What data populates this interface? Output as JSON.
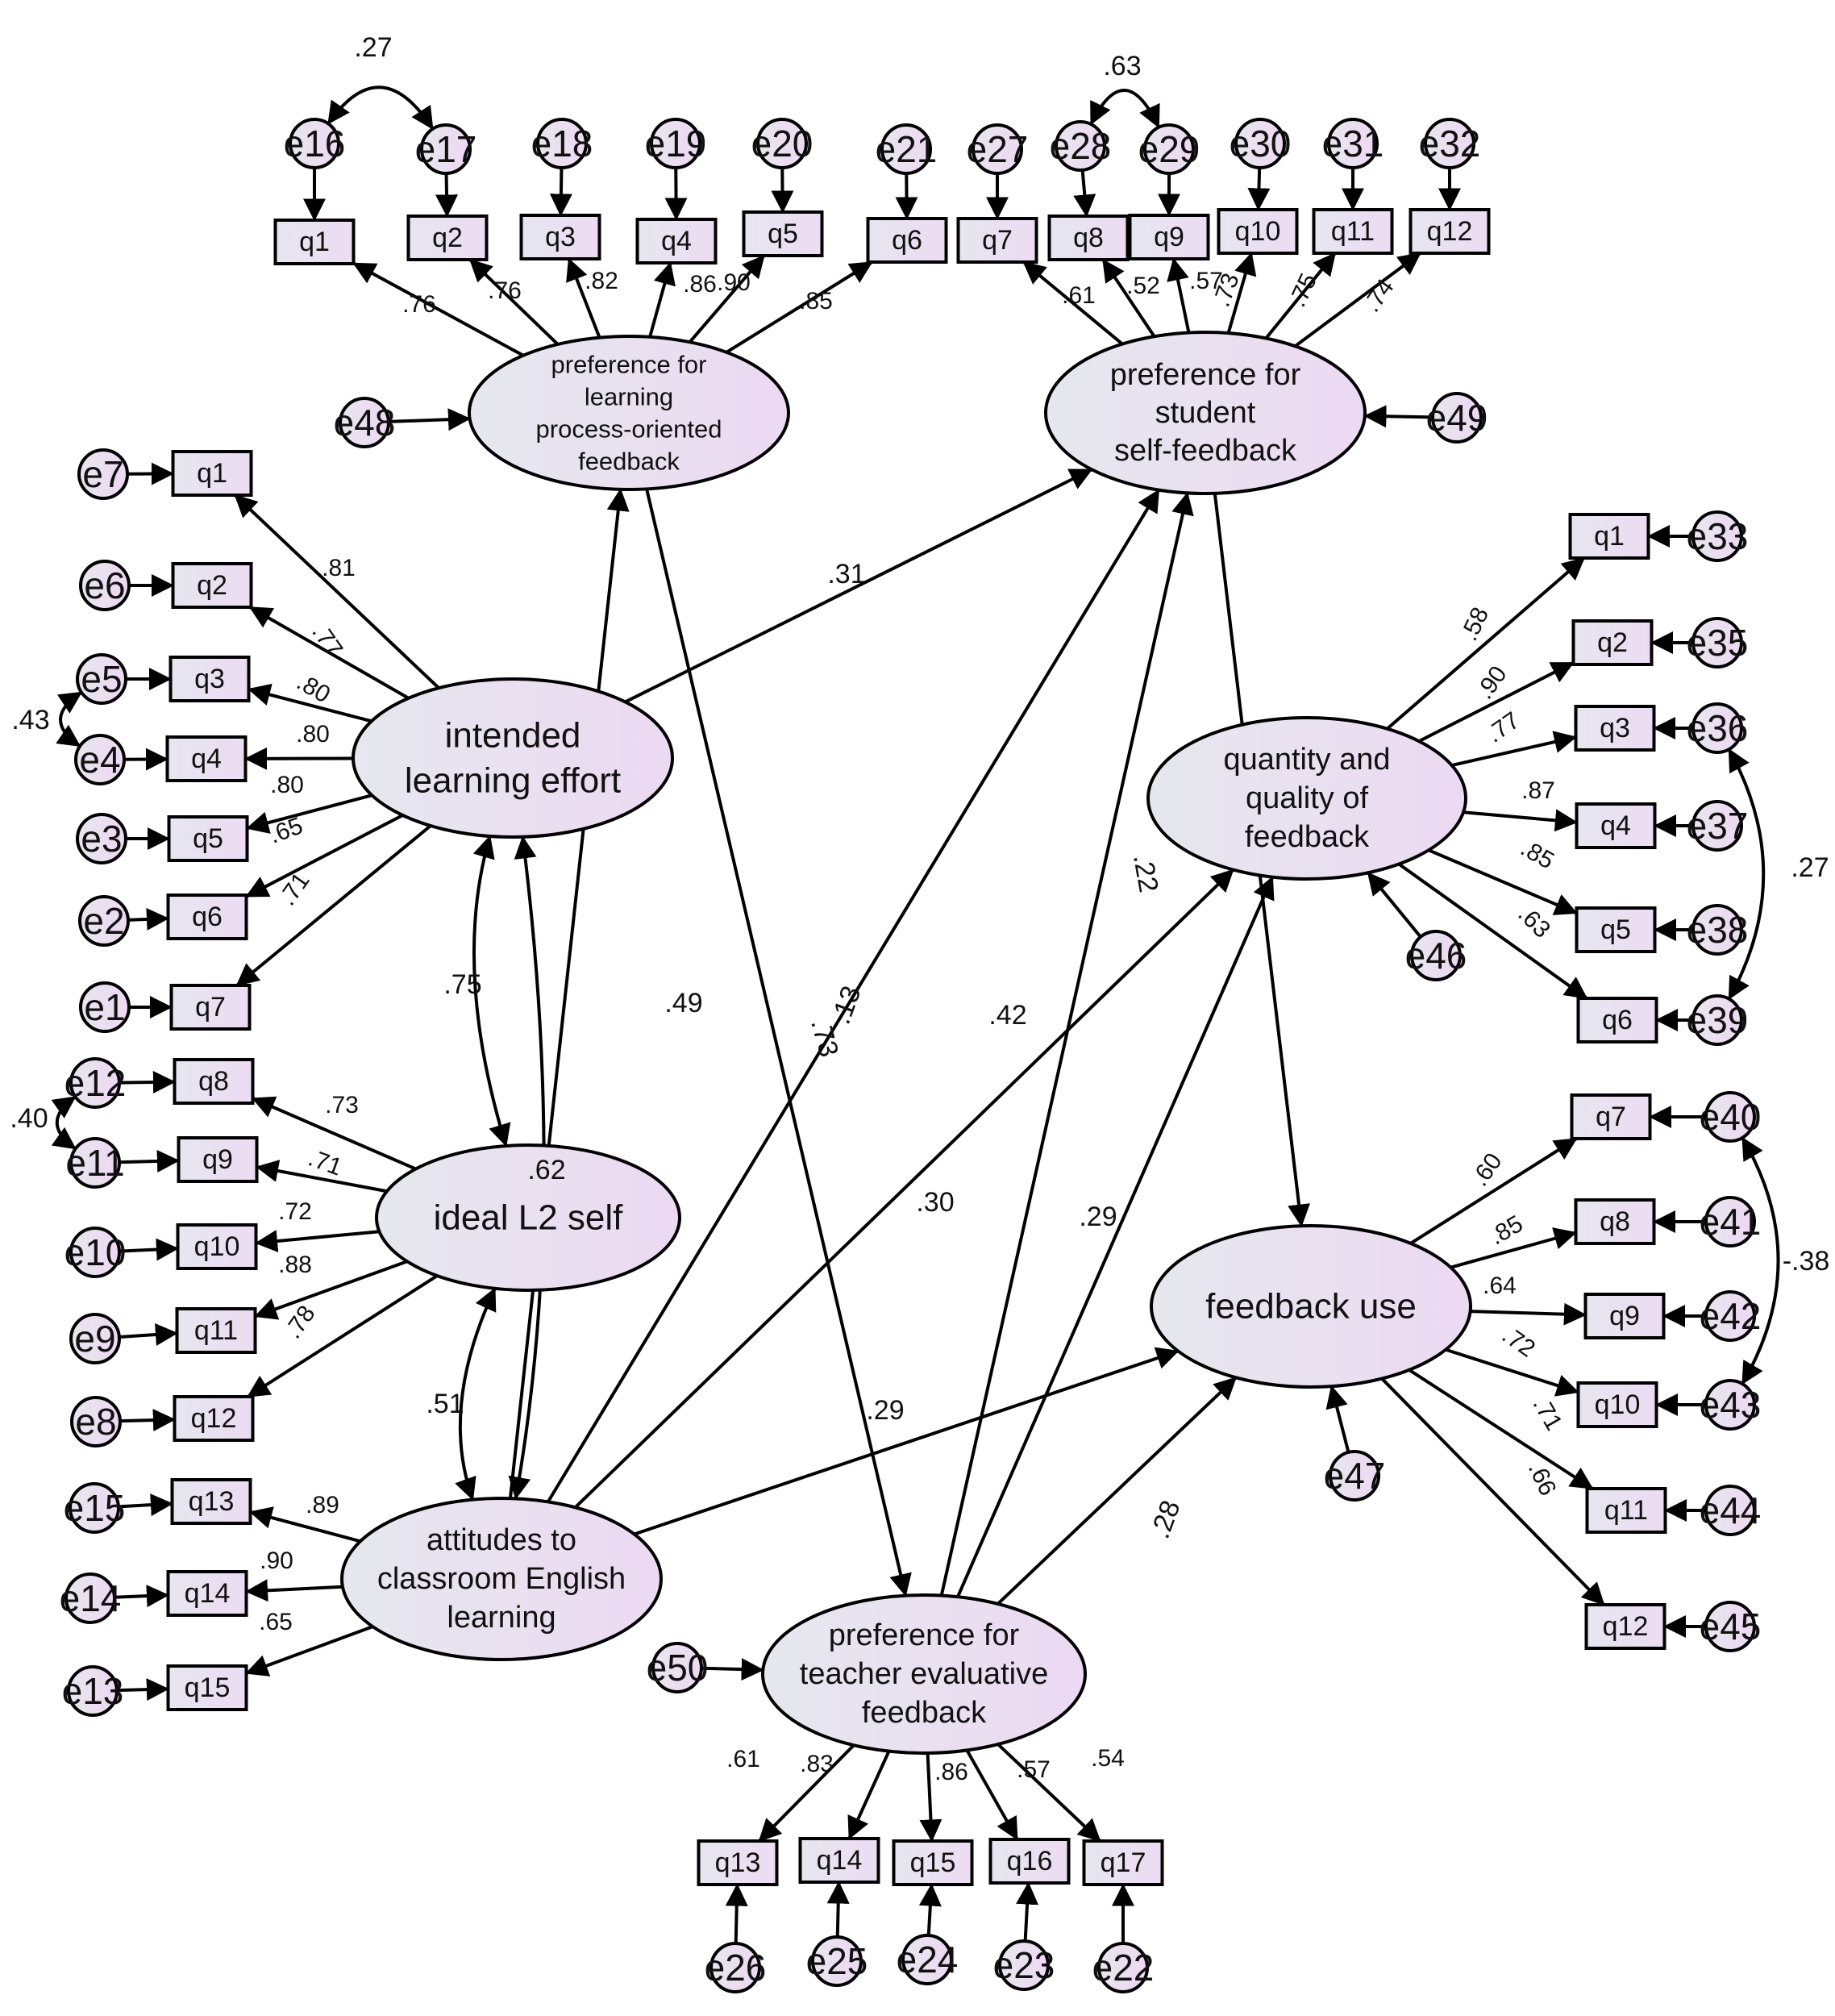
{
  "latents": {
    "plpf": [
      "preference for",
      "learning",
      "process-oriented",
      "feedback"
    ],
    "pssf": [
      "preference for",
      "student",
      "self-feedback"
    ],
    "ile": [
      "intended",
      "learning effort"
    ],
    "il2": [
      "ideal L2 self"
    ],
    "acel": [
      "attitudes to",
      "classroom English",
      "learning"
    ],
    "pte": [
      "preference for",
      "teacher evaluative",
      "feedback"
    ],
    "qqf": [
      "quantity and",
      "quality of",
      "feedback"
    ],
    "fu": [
      "feedback use"
    ]
  },
  "observed": {
    "p1": "q1",
    "p2": "q2",
    "p3": "q3",
    "p4": "q4",
    "p5": "q5",
    "p6": "q6",
    "s7": "q7",
    "s8": "q8",
    "s9": "q9",
    "s10": "q10",
    "s11": "q11",
    "s12": "q12",
    "i1": "q1",
    "i2": "q2",
    "i3": "q3",
    "i4": "q4",
    "i5": "q5",
    "i6": "q6",
    "i7": "q7",
    "d8": "q8",
    "d9": "q9",
    "d10": "q10",
    "d11": "q11",
    "d12": "q12",
    "a13": "q13",
    "a14": "q14",
    "a15": "q15",
    "t13": "q13",
    "t14": "q14",
    "t15": "q15",
    "t16": "q16",
    "t17": "q17",
    "r1": "q1",
    "r2": "q2",
    "r3": "q3",
    "r4": "q4",
    "r5": "q5",
    "r6": "q6",
    "u7": "q7",
    "u8": "q8",
    "u9": "q9",
    "u10": "q10",
    "u11": "q11",
    "u12": "q12"
  },
  "errors": {
    "e1": "e1",
    "e2": "e2",
    "e3": "e3",
    "e4": "e4",
    "e5": "e5",
    "e6": "e6",
    "e7": "e7",
    "e8": "e8",
    "e9": "e9",
    "e10": "e10",
    "e11": "e11",
    "e12": "e12",
    "e13": "e13",
    "e14": "e14",
    "e15": "e15",
    "e16": "e16",
    "e17": "e17",
    "e18": "e18",
    "e19": "e19",
    "e20": "e20",
    "e21": "e21",
    "e22": "e22",
    "e23": "e23",
    "e24": "e24",
    "e25": "e25",
    "e26": "e26",
    "e27": "e27",
    "e28": "e28",
    "e29": "e29",
    "e30": "e30",
    "e31": "e31",
    "e32": "e32",
    "e33": "e33",
    "e35": "e35",
    "e36": "e36",
    "e37": "e37",
    "e38": "e38",
    "e39": "e39",
    "e40": "e40",
    "e41": "e41",
    "e42": "e42",
    "e43": "e43",
    "e44": "e44",
    "e45": "e45",
    "e46": "e46",
    "e47": "e47",
    "e48": "e48",
    "e49": "e49",
    "e50": "e50"
  },
  "coefficients": {
    "plpf_q1": ".76",
    "plpf_q2": ".76",
    "plpf_q3": ".82",
    "plpf_q4": ".86",
    "plpf_q5": ".90",
    "plpf_q6": ".85",
    "pssf_q7": ".61",
    "pssf_q8": ".52",
    "pssf_q9": ".57",
    "pssf_q10": ".73",
    "pssf_q11": ".75",
    "pssf_q12": ".74",
    "ile_q1": ".81",
    "ile_q2": ".77",
    "ile_q3": ".80",
    "ile_q4": ".80",
    "ile_q5": ".80",
    "ile_q6": ".65",
    "ile_q7": ".71",
    "il2_q8": ".73",
    "il2_q9": ".71",
    "il2_q10": ".72",
    "il2_q11": ".88",
    "il2_q12": ".78",
    "acel_q13": ".89",
    "acel_q14": ".90",
    "acel_q15": ".65",
    "pte_q13": ".61",
    "pte_q14": ".83",
    "pte_q15": ".86",
    "pte_q16": ".57",
    "pte_q17": ".54",
    "qqf_q1": ".58",
    "qqf_q2": ".90",
    "qqf_q3": ".77",
    "qqf_q4": ".87",
    "qqf_q5": ".85",
    "qqf_q6": ".63",
    "fu_q7": ".60",
    "fu_q8": ".85",
    "fu_q9": ".64",
    "fu_q10": ".72",
    "fu_q11": ".71",
    "fu_q12": ".66",
    "cov_e16_e17": ".27",
    "cov_e28_e29": ".63",
    "cov_e4_e5": ".43",
    "cov_e11_e12": ".40",
    "cov_e36_e39": ".27",
    "cov_e40_e43": "-.38",
    "cov_ile_il2": ".75",
    "cov_ile_acel": ".62",
    "cov_il2_acel": ".51",
    "ile_pssf": ".31",
    "acel_plpf": ".49",
    "acel_pssf": ".13",
    "acel_qqf": ".30",
    "acel_fu": ".29",
    "plpf_pte": ".73",
    "pte_pssf": ".42",
    "pte_qqf": ".29",
    "pte_fu": ".28",
    "pssf_fu": ".22"
  }
}
